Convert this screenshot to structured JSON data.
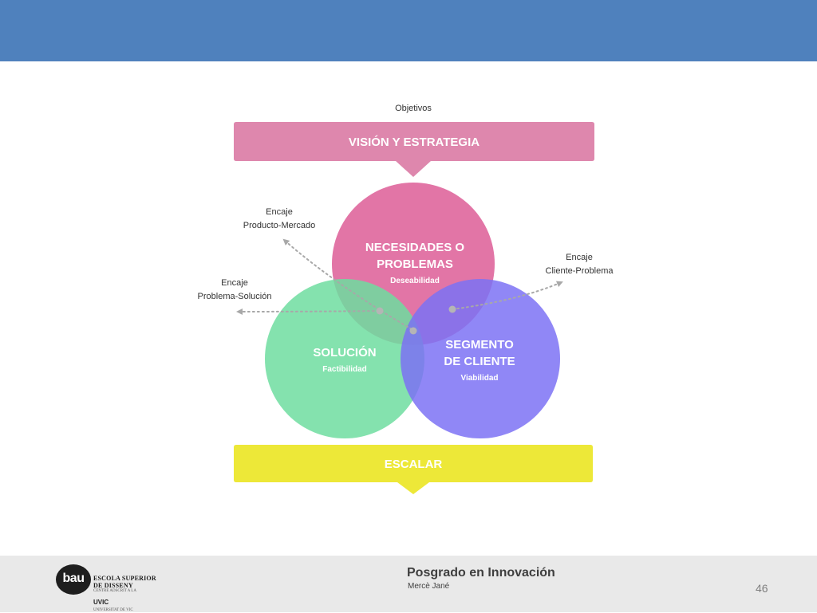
{
  "diagram": {
    "objectives_label": "Objetivos",
    "top_banner_label": "VISIÓN Y ESTRATEGIA",
    "bottom_banner_label": "ESCALAR",
    "circles": [
      {
        "id": "necesidades",
        "title_lines": [
          "NECESIDADES O",
          "PROBLEMAS"
        ],
        "subtitle": "Deseabilidad",
        "color": "#dd5d97"
      },
      {
        "id": "solucion",
        "title_lines": [
          "SOLUCIÓN"
        ],
        "subtitle": "Factibilidad",
        "color": "#6fdda0"
      },
      {
        "id": "segmento",
        "title_lines": [
          "SEGMENTO",
          "DE CLIENTE"
        ],
        "subtitle": "Viabilidad",
        "color": "#7d72f5"
      }
    ],
    "fits": [
      {
        "id": "producto-mercado",
        "lines": [
          "Encaje",
          "Producto-Mercado"
        ]
      },
      {
        "id": "problema-solucion",
        "lines": [
          "Encaje",
          "Problema-Solución"
        ]
      },
      {
        "id": "cliente-problema",
        "lines": [
          "Encaje",
          "Cliente-Problema"
        ]
      }
    ],
    "colors": {
      "top_banner": "#de87ad",
      "bottom_banner": "#ede838",
      "arrow": "#a8a8a8"
    }
  },
  "footer": {
    "logo": {
      "mark": "bau",
      "line1": "ESCOLA SUPERIOR",
      "line2": "DE DISSENY",
      "small": "CENTRE ADSCRIT A LA",
      "uvic": "UVIC",
      "uvic_small": "UNIVERSITAT DE VIC"
    },
    "course_title": "Posgrado en  Innovación",
    "author": "Mercè Jané",
    "page_number": "46"
  }
}
